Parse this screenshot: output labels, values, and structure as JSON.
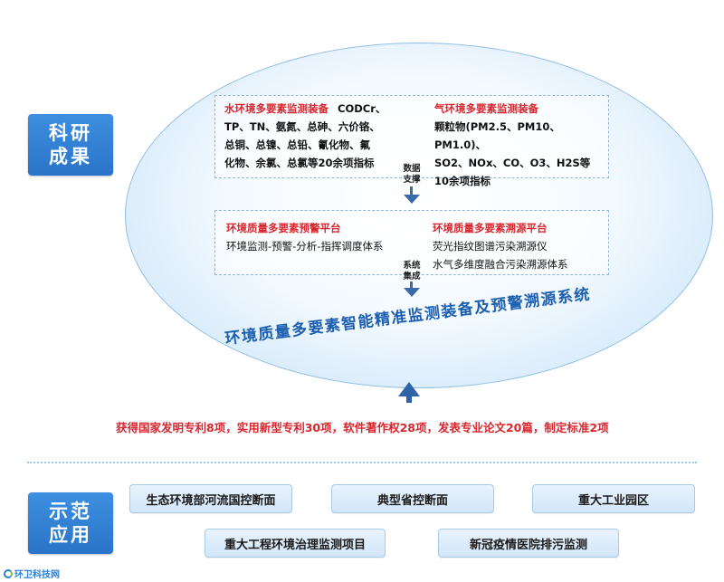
{
  "sections": {
    "research_label": "科研\n成果",
    "demo_label": "示范\n应用"
  },
  "top_panel": {
    "left": {
      "title": "水环境多要素监测装备",
      "lines": [
        "TP、TN、氨氮、总砷、六价铬、",
        "总铜、总镍、总铅、氰化物、氟",
        "化物、余氯、总氯等20余项指标"
      ],
      "first_line_suffix": "CODCr、"
    },
    "right": {
      "title": "气环境多要素监测装备",
      "lines": [
        "颗粒物(PM2.5、PM10、PM1.0)、",
        "SO2、NOx、CO、O3、H2S等",
        "10余项指标"
      ]
    }
  },
  "arrow_labels": {
    "data_support": "数据\n支撑",
    "system_integration": "系统\n集成"
  },
  "mid_panel": {
    "left": {
      "title": "环境质量多要素预警平台",
      "line": "环境监测-预警-分析-指挥调度体系"
    },
    "right": {
      "title": "环境质量多要素溯源平台",
      "lines": [
        "荧光指纹图谱污染溯源仪",
        "水气多维度融合污染溯源体系"
      ]
    }
  },
  "system_title": "环境质量多要素智能精准监测装备及预警溯源系统",
  "achievements": "获得国家发明专利8项，实用新型专利30项，软件著作权28项，发表专业论文20篇，制定标准2项",
  "demo_items": [
    "生态环境部河流国控断面",
    "典型省控断面",
    "重大工业园区",
    "重大工程环境治理监测项目",
    "新冠疫情医院排污监测"
  ],
  "logo_text": "环卫科技网",
  "colors": {
    "accent_red": "#d8262e",
    "accent_blue": "#1c5fb0",
    "label_blue": "#2a74c9"
  }
}
